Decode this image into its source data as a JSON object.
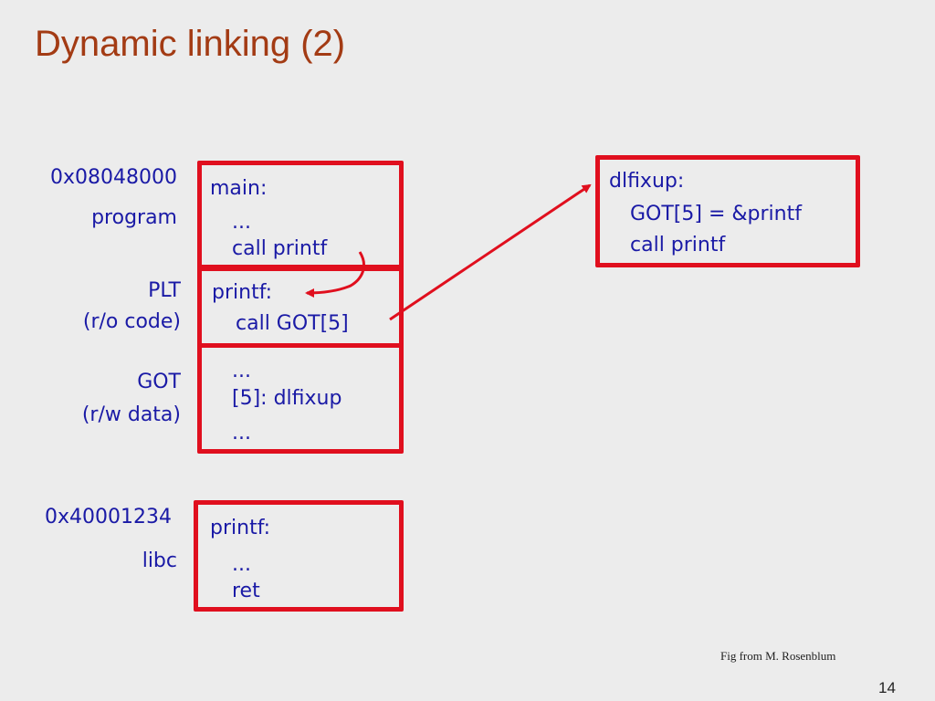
{
  "slide": {
    "title": "Dynamic linking (2)",
    "credit": "Fig from M. Rosenblum",
    "page_number": "14"
  },
  "labels": {
    "program_addr": "0x08048000",
    "program": "program",
    "plt": "PLT",
    "plt_desc": "(r/o code)",
    "got": "GOT",
    "got_desc": "(r/w data)",
    "libc_addr": "0x40001234",
    "libc": "libc"
  },
  "boxes": {
    "main": [
      "main:",
      "  ...",
      "  call printf"
    ],
    "plt": [
      "printf:",
      "  call GOT[5]"
    ],
    "got": [
      "  ...",
      "  [5]: dlfixup",
      "  ..."
    ],
    "libc": [
      "printf:",
      "  ...",
      "  ret"
    ],
    "dlfixup": [
      "dlfixup:",
      "  GOT[5] = &printf",
      "  call printf"
    ]
  },
  "colors": {
    "title": "#a33b14",
    "text": "#1a1aa6",
    "box_border": "#e00f1e",
    "background": "#ececec"
  }
}
